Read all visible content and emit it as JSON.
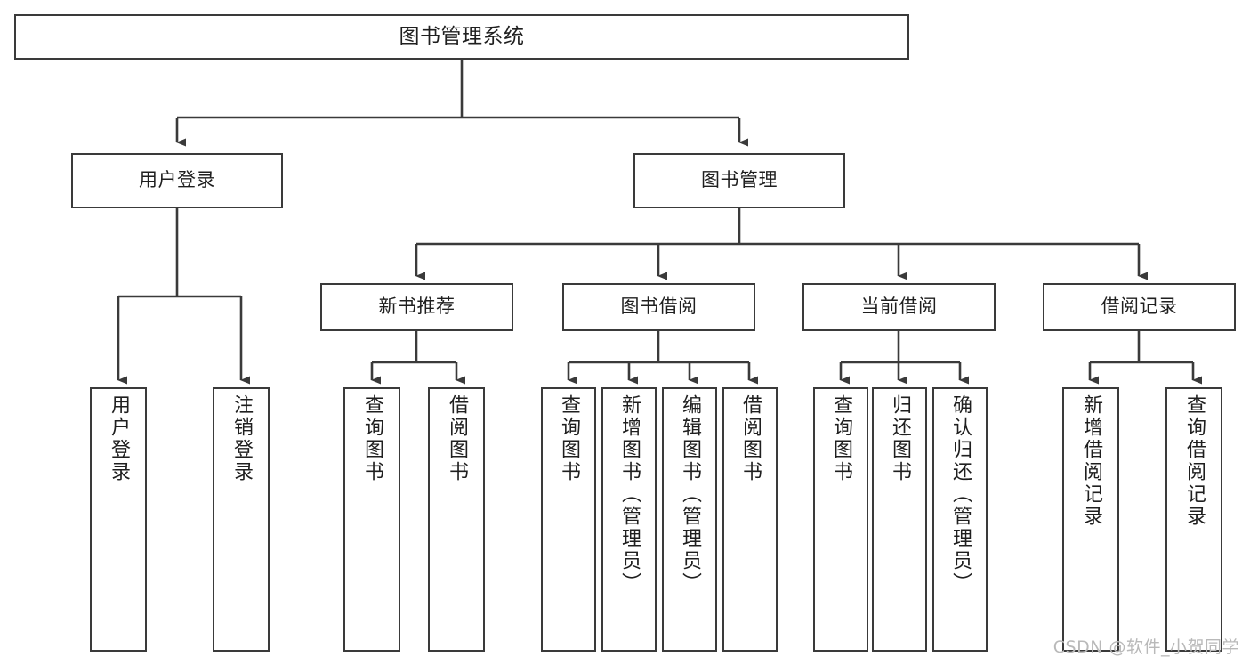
{
  "diagram": {
    "type": "tree",
    "title": "图书管理系统",
    "root": {
      "id": "root",
      "label": "图书管理系统"
    },
    "level2": [
      {
        "id": "user-login",
        "label": "用户登录"
      },
      {
        "id": "book-manage",
        "label": "图书管理"
      }
    ],
    "level3": [
      {
        "id": "new-book-recommend",
        "label": "新书推荐"
      },
      {
        "id": "book-borrow",
        "label": "图书借阅"
      },
      {
        "id": "current-borrow",
        "label": "当前借阅"
      },
      {
        "id": "borrow-record",
        "label": "借阅记录"
      }
    ],
    "leaves": [
      {
        "id": "leaf-user-login",
        "label": "用户登录",
        "parent": "user-login"
      },
      {
        "id": "leaf-logout",
        "label": "注销登录",
        "parent": "user-login"
      },
      {
        "id": "leaf-query-book-1",
        "label": "查询图书",
        "parent": "new-book-recommend"
      },
      {
        "id": "leaf-borrow-book-1",
        "label": "借阅图书",
        "parent": "new-book-recommend"
      },
      {
        "id": "leaf-query-book-2",
        "label": "查询图书",
        "parent": "book-borrow"
      },
      {
        "id": "leaf-add-book",
        "label": "新增图书（管理员）",
        "parent": "book-borrow"
      },
      {
        "id": "leaf-edit-book",
        "label": "编辑图书（管理员）",
        "parent": "book-borrow"
      },
      {
        "id": "leaf-borrow-book-2",
        "label": "借阅图书",
        "parent": "book-borrow"
      },
      {
        "id": "leaf-query-book-3",
        "label": "查询图书",
        "parent": "current-borrow"
      },
      {
        "id": "leaf-return-book",
        "label": "归还图书",
        "parent": "current-borrow"
      },
      {
        "id": "leaf-confirm-return",
        "label": "确认归还（管理员）",
        "parent": "current-borrow"
      },
      {
        "id": "leaf-add-record",
        "label": "新增借阅记录",
        "parent": "borrow-record"
      },
      {
        "id": "leaf-query-record",
        "label": "查询借阅记录",
        "parent": "borrow-record"
      }
    ],
    "watermark": "CSDN @软件_小贺同学",
    "colors": {
      "stroke": "#3a3a3a",
      "background": "#ffffff",
      "text": "#1f1f1f",
      "watermark": "#b9b9b9"
    }
  }
}
